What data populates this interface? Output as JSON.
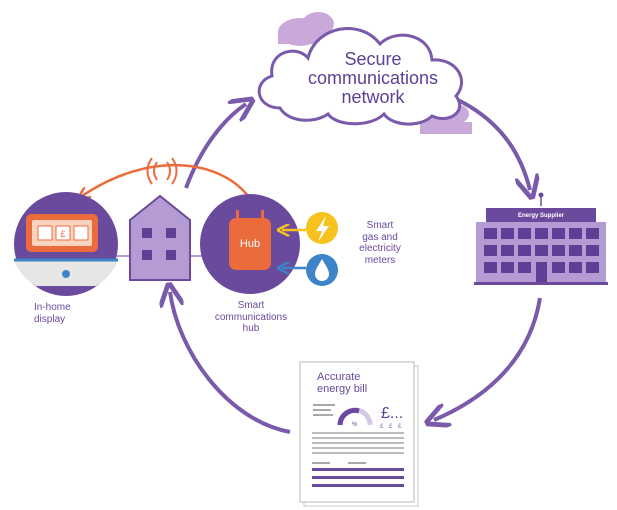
{
  "network": {
    "line1": "Secure",
    "line2": "communications",
    "line3": "network"
  },
  "supplier": {
    "label": "Energy Supplier"
  },
  "bill": {
    "line1": "Accurate",
    "line2": "energy bill",
    "pound": "£...",
    "pound_row": "£ £ £",
    "percent_symbol": "%"
  },
  "hub": {
    "device_text": "Hub",
    "line1": "Smart",
    "line2": "communications",
    "line3": "hub"
  },
  "meters": {
    "line1": "Smart",
    "line2": "gas and",
    "line3": "electricity",
    "line4": "meters"
  },
  "display": {
    "line1": "In-home",
    "line2": "display",
    "screen_symbol": "£"
  },
  "colors": {
    "purple_dark": "#5d3f95",
    "purple_arrow": "#7a5aab",
    "purple_light": "#b49bd3",
    "cloud": "#c9a9d9",
    "orange": "#ec6b3d",
    "yellow": "#f7c21e",
    "blue": "#3d84c8"
  },
  "icons": {
    "lightning": "lightning-icon",
    "water_drop": "water-drop-icon",
    "signal": "signal-waves-icon",
    "house": "house-icon",
    "building": "building-icon",
    "cloud": "cloud-icon",
    "gauge": "gauge-icon"
  }
}
